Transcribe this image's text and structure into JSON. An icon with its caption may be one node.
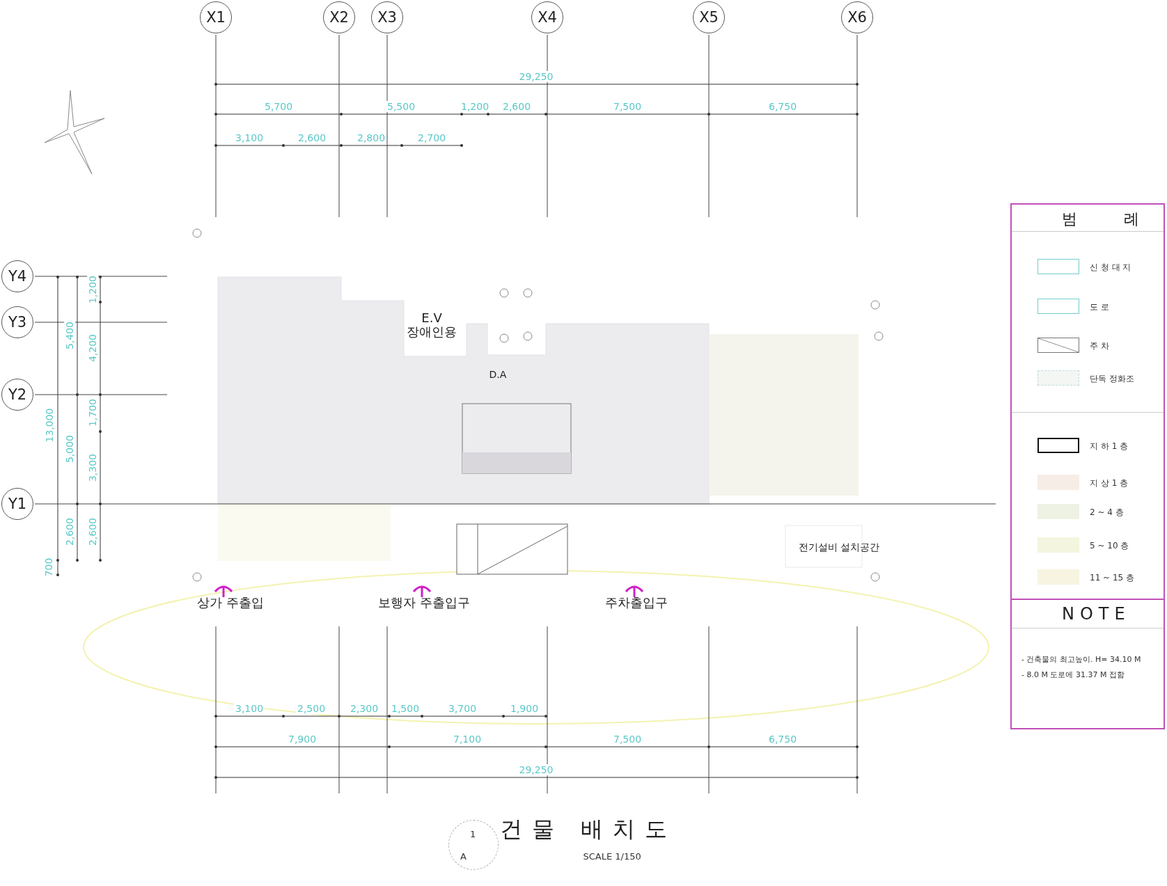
{
  "diagram": {
    "title": "건물 배치도",
    "nodes": [
      {
        "text": [
          "X1"
        ]
      },
      {
        "text": [
          "X2"
        ]
      },
      {
        "text": [
          "X3"
        ]
      },
      {
        "text": [
          "X4"
        ]
      },
      {
        "text": [
          "X5"
        ]
      },
      {
        "text": [
          "X6"
        ]
      },
      {
        "text": [
          "Y4"
        ]
      },
      {
        "text": [
          "Y3"
        ]
      },
      {
        "text": [
          "Y2"
        ]
      },
      {
        "text": [
          "Y1"
        ]
      },
      {
        "text": [
          "1",
          "A"
        ]
      },
      {
        "text": [
          "범 례"
        ]
      },
      {
        "text": [
          "NOTE"
        ]
      }
    ],
    "labels": [
      "29,250",
      "5,700",
      "5,500",
      "1,200",
      "2,600",
      "7,500",
      "6,750",
      "3,100",
      "2,600",
      "2,800",
      "2,700",
      "13,000",
      "5,400",
      "5,000",
      "2,600",
      "700",
      "1,200",
      "4,200",
      "1,700",
      "3,300",
      "2,600",
      "E.V 장애인용",
      "D.A",
      "전기설비 설치공간",
      "상가 주출입",
      "보행자 주출입구",
      "주차출입구",
      "3,100",
      "2,500",
      "2,300",
      "1,500",
      "3,700",
      "1,900",
      "7,900",
      "7,100",
      "7,500",
      "6,750",
      "29,250",
      "SCALE 1/150",
      "- 건축물의 최고높이. H= 34.10 M",
      "- 8.0 M 도로에 31.37 M 접함"
    ],
    "legend": [
      {
        "text": "신 청 대 지"
      },
      {
        "text": "도 로"
      },
      {
        "text": "주 차"
      },
      {
        "text": "단독 정화조"
      },
      {
        "text": "지 하 1 층"
      },
      {
        "text": "지 상 1 층",
        "color": "#f6ede6"
      },
      {
        "text": "2 ~ 4 층",
        "color": "#eef2e4"
      },
      {
        "text": "5 ~ 10 층",
        "color": "#f3f5df"
      },
      {
        "text": "11 ~ 15 층",
        "color": "#f7f4e1"
      }
    ]
  }
}
